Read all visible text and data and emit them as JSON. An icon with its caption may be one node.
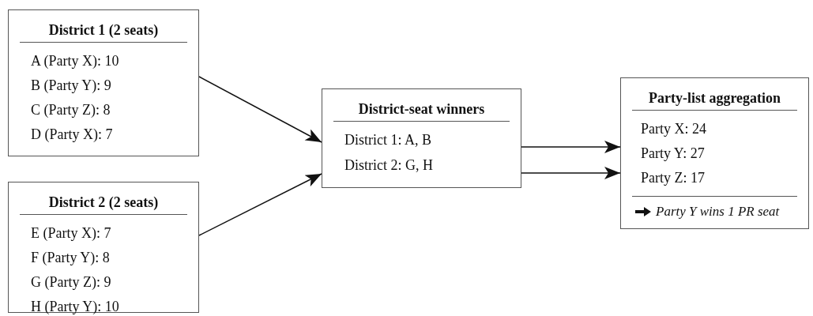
{
  "diagram": {
    "nodes": [
      {
        "text": [
          "District 1 (2 seats)",
          "A (Party X): 10",
          "B (Party Y): 9",
          "C (Party Z): 8",
          "D (Party X): 7"
        ]
      },
      {
        "text": [
          "District 2 (2 seats)",
          "E (Party X): 7",
          "F (Party Y): 8",
          "G (Party Z): 9",
          "H (Party Y): 10"
        ]
      },
      {
        "text": [
          "District-seat winners",
          "District 1: A, B",
          "District 2: G, H"
        ]
      },
      {
        "text": [
          "Party-list aggregation",
          "Party X: 24",
          "Party Y: 27",
          "Party Z: 17",
          "Party Y wins 1 PR seat"
        ]
      }
    ],
    "edges": [
      {
        "from": 0,
        "to": 2,
        "arrow": "to"
      },
      {
        "from": 1,
        "to": 2,
        "arrow": "to"
      },
      {
        "from": 2,
        "to": 3,
        "arrow": "to"
      },
      {
        "from": 2,
        "to": 3,
        "arrow": "to"
      }
    ]
  }
}
